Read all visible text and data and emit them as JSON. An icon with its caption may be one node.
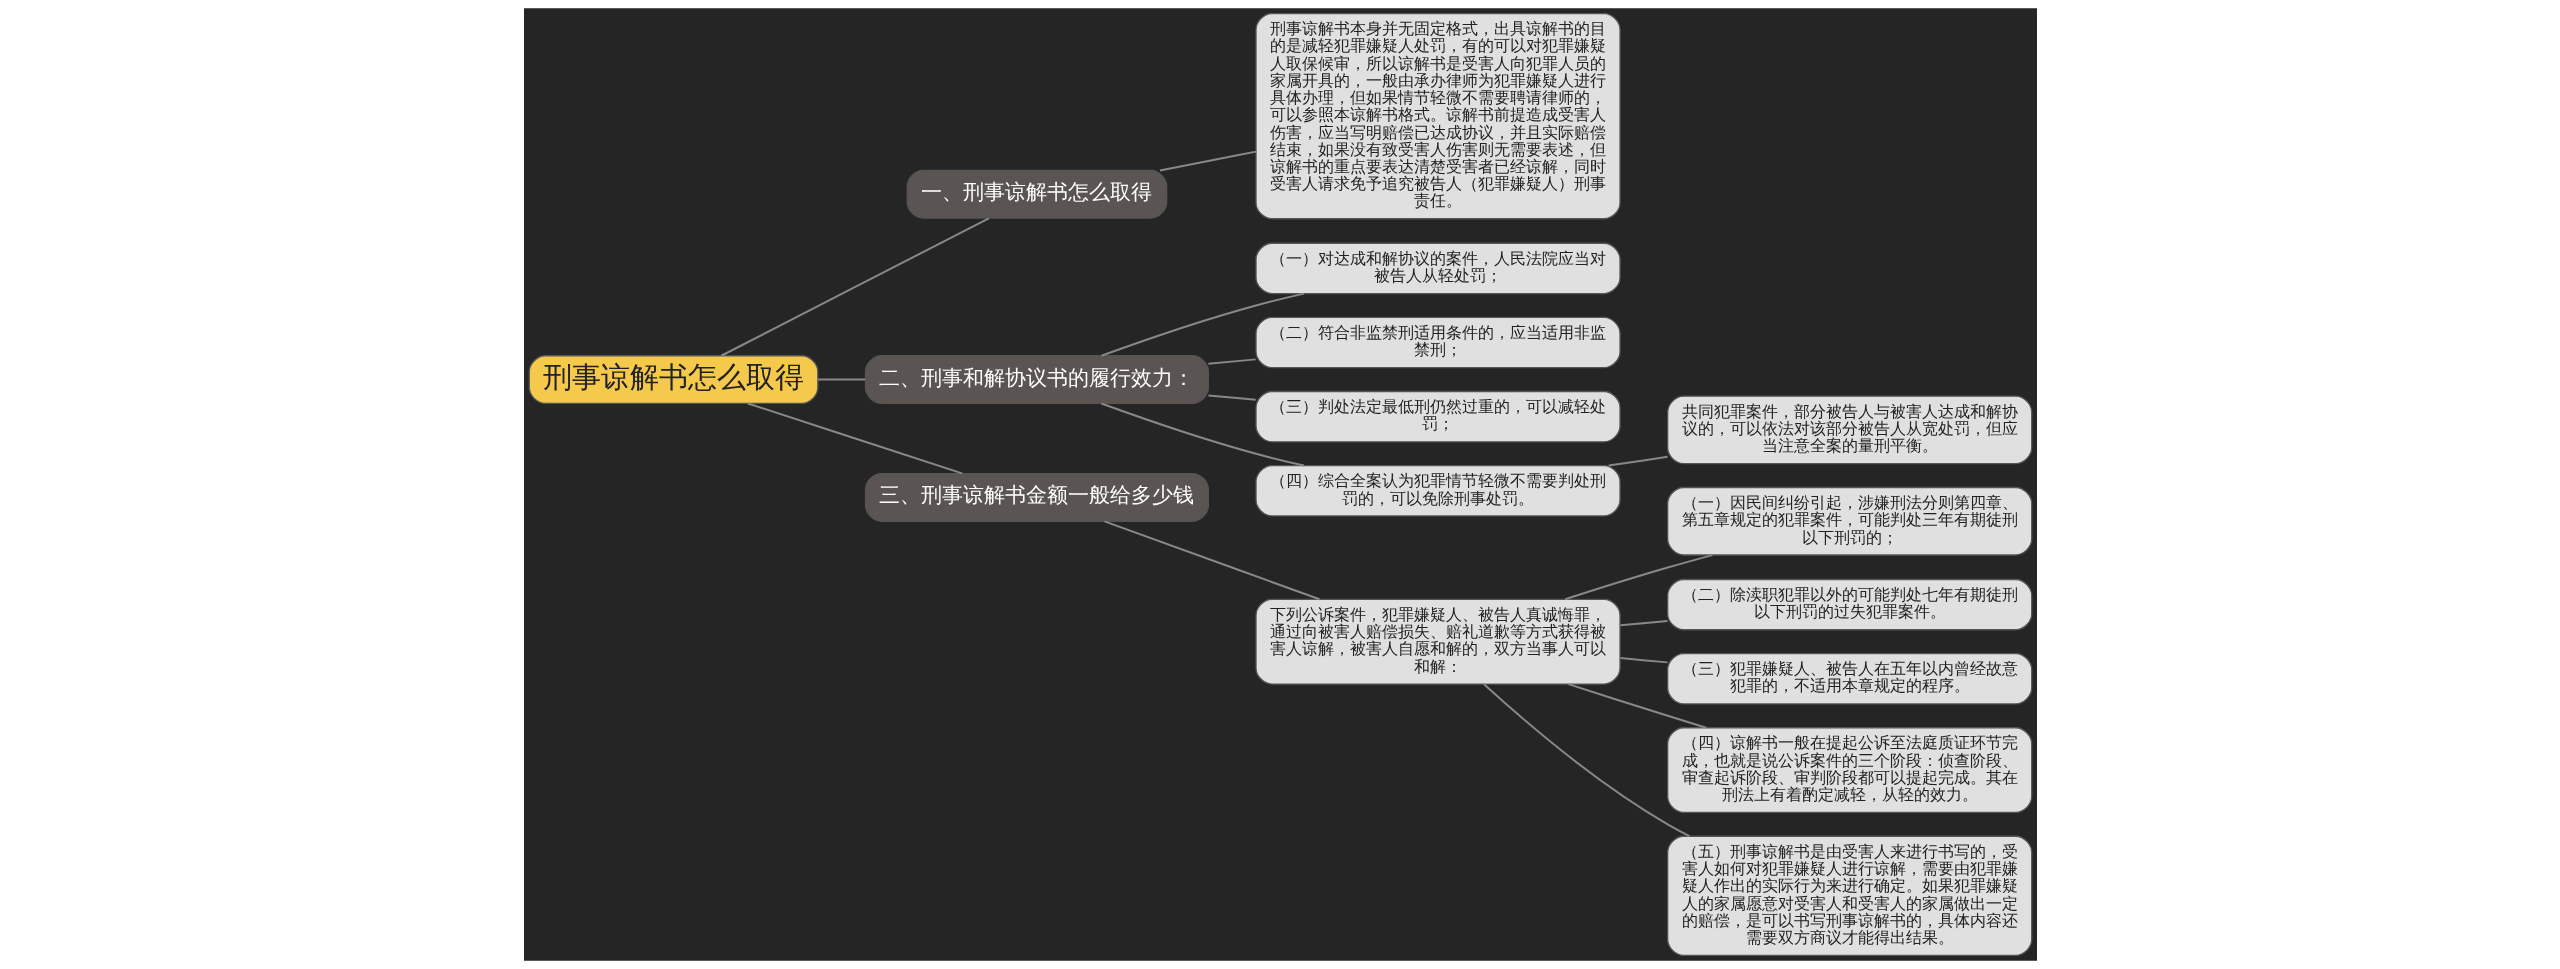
{
  "diagram": {
    "nodes": [
      {
        "text": [
          "刑事谅解书怎么取得"
        ]
      },
      {
        "text": [
          "一、刑事谅解书怎么取得"
        ]
      },
      {
        "text": [
          "刑事谅解书本身并无固定格式，出具谅解书的目的是减轻犯罪嫌疑人处罚，有的可以对犯罪嫌疑人取保候审，所以谅解书是受害人向犯罪人员的家属开具的，一般由承办律师为犯罪嫌疑人进行具体办理，但如果情节轻微不需要聘请律师的，可以参照本谅解书格式。谅解书前提造成受害人伤害，应当写明赔偿已达成协议，并且实际赔偿结束，如果没有致受害人伤害则无需要表述，但谅解书的重点要表达清楚受害者已经谅解，同时受害人请求免予追究被告人（犯罪嫌疑人）刑事责任。"
        ]
      },
      {
        "text": [
          "二、刑事和解协议书的履行效力："
        ]
      },
      {
        "text": [
          "（一）对达成和解协议的案件，人民法院应当对被告人从轻处罚；"
        ]
      },
      {
        "text": [
          "（二）符合非监禁刑适用条件的，应当适用非监禁刑；"
        ]
      },
      {
        "text": [
          "（三）判处法定最低刑仍然过重的，可以减轻处罚；"
        ]
      },
      {
        "text": [
          "（四）综合全案认为犯罪情节轻微不需要判处刑罚的，可以免除刑事处罚。"
        ]
      },
      {
        "text": [
          "共同犯罪案件，部分被告人与被害人达成和解协议的，可以依法对该部分被告人从宽处罚，但应当注意全案的量刑平衡。"
        ]
      },
      {
        "text": [
          "三、刑事谅解书金额一般给多少钱"
        ]
      },
      {
        "text": [
          "下列公诉案件，犯罪嫌疑人、被告人真诚悔罪，通过向被害人赔偿损失、赔礼道歉等方式获得被害人谅解，被害人自愿和解的，双方当事人可以和解："
        ]
      },
      {
        "text": [
          "（一）因民间纠纷引起，涉嫌刑法分则第四章、第五章规定的犯罪案件，可能判处三年有期徒刑以下刑罚的；"
        ]
      },
      {
        "text": [
          "（二）除渎职犯罪以外的可能判处七年有期徒刑以下刑罚的过失犯罪案件。"
        ]
      },
      {
        "text": [
          "（三）犯罪嫌疑人、被告人在五年以内曾经故意犯罪的，不适用本章规定的程序。"
        ]
      },
      {
        "text": [
          "（四）谅解书一般在提起公诉至法庭质证环节完成，也就是说公诉案件的三个阶段：侦查阶段、审查起诉阶段、审判阶段都可以提起完成。其在刑法上有着酌定减轻，从轻的效力。"
        ]
      },
      {
        "text": [
          "（五）刑事谅解书是由受害人来进行书写的，受害人如何对犯罪嫌疑人进行谅解，需要由犯罪嫌疑人作出的实际行为来进行确定。如果犯罪嫌疑人的家属愿意对受害人和受害人的家属做出一定的赔偿，是可以书写刑事谅解书的，具体内容还需要双方商议才能得出结果。"
        ]
      }
    ],
    "edges": [
      {
        "from": 0,
        "to": 1,
        "arrow": "none"
      },
      {
        "from": 1,
        "to": 2,
        "arrow": "none"
      },
      {
        "from": 0,
        "to": 3,
        "arrow": "none"
      },
      {
        "from": 3,
        "to": 4,
        "arrow": "none"
      },
      {
        "from": 3,
        "to": 5,
        "arrow": "none"
      },
      {
        "from": 3,
        "to": 6,
        "arrow": "none"
      },
      {
        "from": 3,
        "to": 7,
        "arrow": "none"
      },
      {
        "from": 7,
        "to": 8,
        "arrow": "none"
      },
      {
        "from": 0,
        "to": 9,
        "arrow": "none"
      },
      {
        "from": 9,
        "to": 10,
        "arrow": "none"
      },
      {
        "from": 10,
        "to": 11,
        "arrow": "none"
      },
      {
        "from": 10,
        "to": 12,
        "arrow": "none"
      },
      {
        "from": 10,
        "to": 13,
        "arrow": "none"
      },
      {
        "from": 10,
        "to": 14,
        "arrow": "none"
      },
      {
        "from": 10,
        "to": 15,
        "arrow": "none"
      }
    ]
  }
}
